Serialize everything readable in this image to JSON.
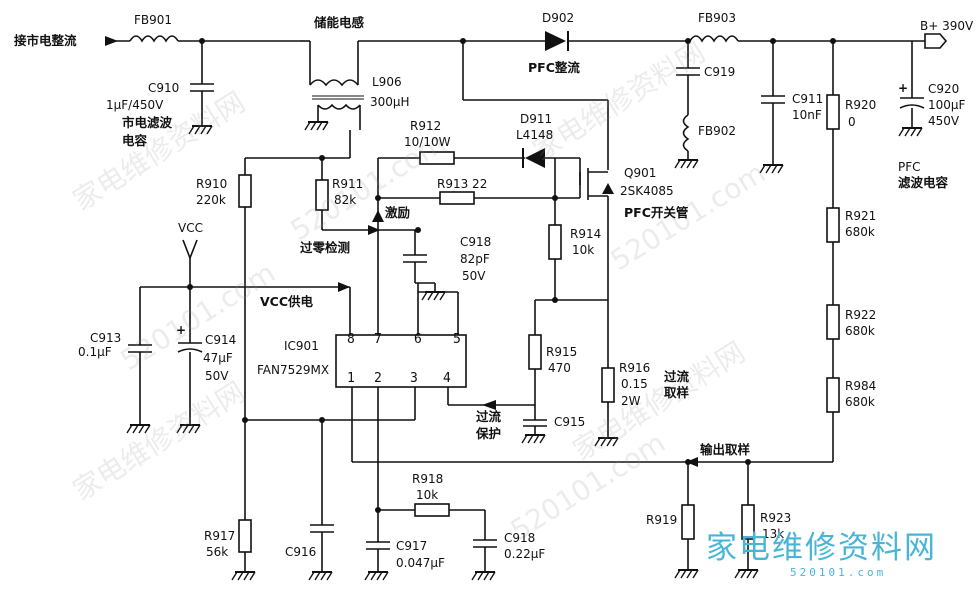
{
  "labels": {
    "mains_input": "接市电整流",
    "fb901": "FB901",
    "c910": "C910",
    "c910_val": "1μF/450V",
    "mains_filter_1": "市电滤波",
    "mains_filter_2": "电容",
    "inductor_title": "储能电感",
    "l906": "L906",
    "l906_val": "300μH",
    "d902": "D902",
    "pfc_rect": "PFC整流",
    "fb903": "FB903",
    "bplus": "B+ 390V",
    "c919": "C919",
    "fb902": "FB902",
    "c911": "C911",
    "c911_val": "10nF",
    "r920": "R920",
    "r920_val": "0",
    "c920": "C920",
    "c920_val": "100μF",
    "c920_v": "450V",
    "pfc_filter_1": "PFC",
    "pfc_filter_2": "滤波电容",
    "r912": "R912",
    "r912_val": "10/10W",
    "d911": "D911",
    "d911_val": "L4148",
    "q901": "Q901",
    "q901_val": "2SK4085",
    "pfc_switch": "PFC开关管",
    "r910": "R910",
    "r910_val": "220k",
    "r911": "R911",
    "r911_val": "82k",
    "r913": "R913  22",
    "excite": "激励",
    "r914": "R914",
    "r914_val": "10k",
    "vcc": "VCC",
    "zero_detect": "过零检测",
    "c918a": "C918",
    "c918a_val": "82pF",
    "c918a_v": "50V",
    "r921": "R921",
    "r921_val": "680k",
    "vcc_supply": "VCC供电",
    "c913": "C913",
    "c913_val": "0.1μF",
    "c914": "C914",
    "c914_val": "47μF",
    "c914_v": "50V",
    "ic901": "IC901",
    "ic_part": "FAN7529MX",
    "r915": "R915",
    "r915_val": "470",
    "r916": "R916",
    "r916_val": "0.15",
    "r916_w": "2W",
    "oc_sample_1": "过流",
    "oc_sample_2": "取样",
    "r922": "R922",
    "r922_val": "680k",
    "r984": "R984",
    "r984_val": "680k",
    "oc_protect_1": "过流",
    "oc_protect_2": "保护",
    "c915": "C915",
    "out_sample": "输出取样",
    "r918": "R918",
    "r918_val": "10k",
    "r917": "R917",
    "r917_val": "56k",
    "c916": "C916",
    "c917": "C917",
    "c917_val": "0.047μF",
    "c918b": "C918",
    "c918b_val": "0.22μF",
    "r919": "R919",
    "r923": "R923",
    "r923_val": "13k"
  },
  "ic_pins": [
    "8",
    "7",
    "6",
    "5",
    "1",
    "2",
    "3",
    "4"
  ],
  "plus_signs": [
    "+",
    "+"
  ],
  "watermark": {
    "texts": [
      "家电维修资料网",
      "520101.com"
    ],
    "brand": "家电维修资料网",
    "brand_sub": "520101.com",
    "brand_color": "#47b6d6"
  }
}
